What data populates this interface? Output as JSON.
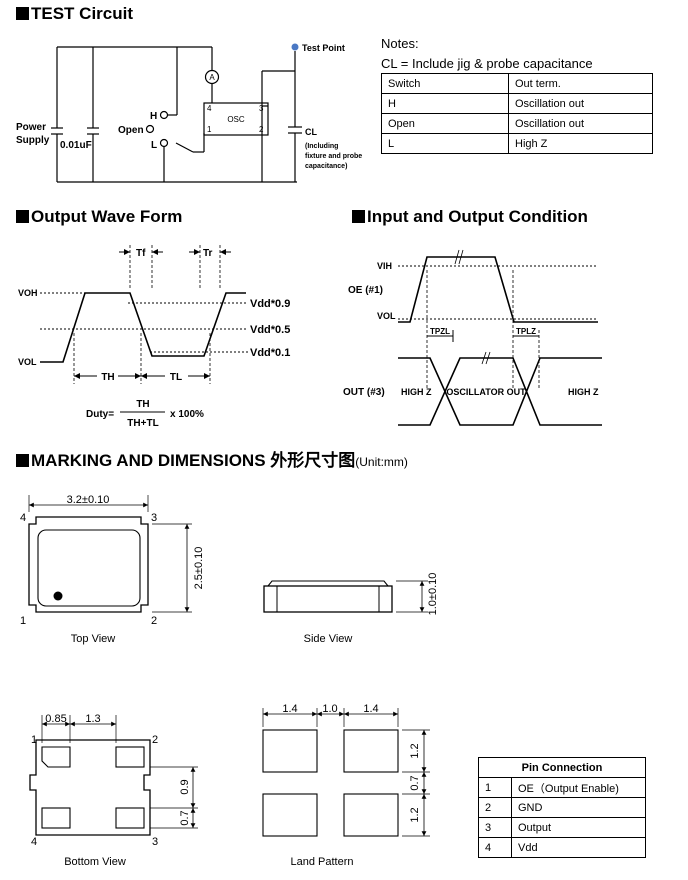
{
  "sections": {
    "test_circuit": "TEST Circuit",
    "output_wave": "Output Wave Form",
    "io_condition": "Input and Output Condition",
    "marking": "MARKING AND DIMENSIONS 外形尺寸图",
    "marking_unit": "(Unit:mm)"
  },
  "notes": {
    "title": "Notes:",
    "cl_note": "CL = Include jig & probe capacitance"
  },
  "switch_table": {
    "headers": [
      "Switch",
      "Out term."
    ],
    "rows": [
      [
        "H",
        "Oscillation out"
      ],
      [
        "Open",
        "Oscillation out"
      ],
      [
        "L",
        "High Z"
      ]
    ]
  },
  "circuit": {
    "power": "Power",
    "supply": "Supply",
    "cap": "0.01uF",
    "h": "H",
    "open": "Open",
    "l": "L",
    "ammeter": "A",
    "osc": "OSC",
    "pin4": "4",
    "pin3": "3",
    "pin1": "1",
    "pin2": "2",
    "test_point": "Test Point",
    "cl": "CL",
    "cl_note1": "(Including",
    "cl_note2": "fixture and probe",
    "cl_note3": "capacitance)"
  },
  "wave": {
    "voh": "VOH",
    "vol": "VOL",
    "tf": "Tf",
    "tr": "Tr",
    "v09": "Vdd*0.9",
    "v05": "Vdd*0.5",
    "v01": "Vdd*0.1",
    "th": "TH",
    "tl": "TL",
    "duty_label": "Duty=",
    "duty_num": "TH",
    "duty_den": "TH+TL",
    "duty_tail": "x 100%"
  },
  "io": {
    "vih": "VIH",
    "vol": "VOL",
    "oe": "OE (#1)",
    "tpzl": "TPZL",
    "tplz": "TPLZ",
    "out": "OUT (#3)",
    "highz1": "HIGH Z",
    "osc_out": "OSCILLATOR OUT",
    "highz2": "HIGH Z"
  },
  "dims": {
    "top_w": "3.2±0.10",
    "top_h": "2.5±0.10",
    "side_h": "1.0±0.10",
    "p4": "4",
    "p3": "3",
    "p1": "1",
    "p2": "2",
    "top_view": "Top View",
    "side_view": "Side View",
    "b085": "0.85",
    "b13": "1.3",
    "b09": "0.9",
    "b07": "0.7",
    "bp1": "1",
    "bp2": "2",
    "bp4": "4",
    "bp3": "3",
    "bottom_view": "Bottom View",
    "l14a": "1.4",
    "l10": "1.0",
    "l14b": "1.4",
    "l12a": "1.2",
    "l07": "0.7",
    "l12b": "1.2",
    "land_pattern": "Land Pattern"
  },
  "pin_table": {
    "title": "Pin Connection",
    "rows": [
      [
        "1",
        "OE（Output Enable)"
      ],
      [
        "2",
        "GND"
      ],
      [
        "3",
        "Output"
      ],
      [
        "4",
        "Vdd"
      ]
    ]
  }
}
